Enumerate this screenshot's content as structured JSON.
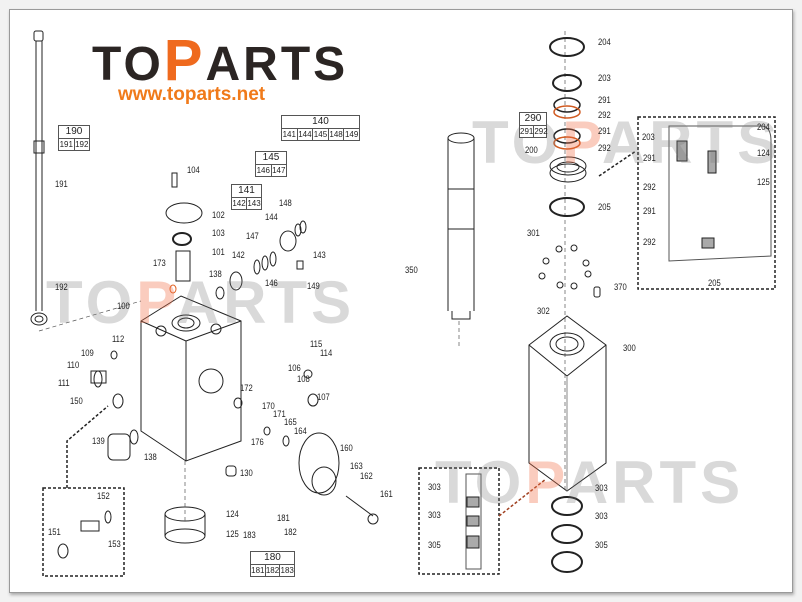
{
  "logo": {
    "brand": "TOPARTS",
    "brand_prefix": "TO",
    "brand_p": "P",
    "brand_suffix": "ARTS",
    "url": "www.toparts.net",
    "accent": "#ef6a1e",
    "dark": "#2b2523"
  },
  "watermark": {
    "prefix": "TO",
    "p": "P",
    "suffix": "ARTS"
  },
  "tables": {
    "t190": {
      "head": "190",
      "cells": [
        "191",
        "192"
      ]
    },
    "t140": {
      "head": "140",
      "cells": [
        "141",
        "144",
        "145",
        "148",
        "149"
      ]
    },
    "t145": {
      "head": "145",
      "cells": [
        "146",
        "147"
      ]
    },
    "t141": {
      "head": "141",
      "cells": [
        "142",
        "143"
      ]
    },
    "t180": {
      "head": "180",
      "cells": [
        "181",
        "182",
        "183"
      ]
    },
    "t290": {
      "head": "290",
      "cells": [
        "291",
        "292"
      ]
    }
  },
  "callouts": [
    "104",
    "102",
    "103",
    "101",
    "173",
    "138",
    "142",
    "147",
    "144",
    "148",
    "143",
    "146",
    "149",
    "191",
    "192",
    "100",
    "112",
    "109",
    "110",
    "111",
    "150",
    "139",
    "138",
    "115",
    "114",
    "106",
    "108",
    "107",
    "172",
    "170",
    "171",
    "165",
    "164",
    "176",
    "160",
    "130",
    "163",
    "162",
    "161",
    "152",
    "151",
    "153",
    "124",
    "125",
    "183",
    "181",
    "182",
    "204",
    "203",
    "291",
    "292",
    "291",
    "292",
    "200",
    "205",
    "301",
    "350",
    "302",
    "370",
    "300",
    "203",
    "204",
    "291",
    "124",
    "125",
    "292",
    "291",
    "292",
    "205",
    "303",
    "303",
    "305",
    "303",
    "303",
    "305"
  ]
}
